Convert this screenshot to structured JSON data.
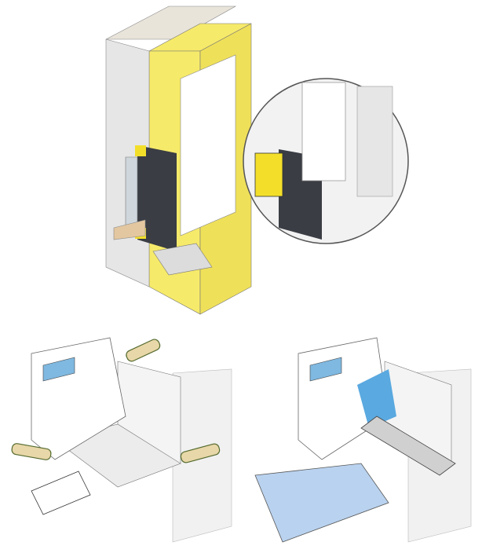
{
  "figures": [
    {
      "name": "window-wall-section-isometric"
    },
    {
      "name": "sealing-with-sealant-guns"
    },
    {
      "name": "sill-installation-with-membrane"
    }
  ],
  "colors": {
    "insulation": "#f6ea6a",
    "frame": "#3a3d44",
    "sealant_tube": "#e8d7a8",
    "membrane": "#7fb8e0",
    "sill": "#b9d2ef",
    "wood": "#e3c7a0",
    "grey": "#d7d7d7"
  }
}
